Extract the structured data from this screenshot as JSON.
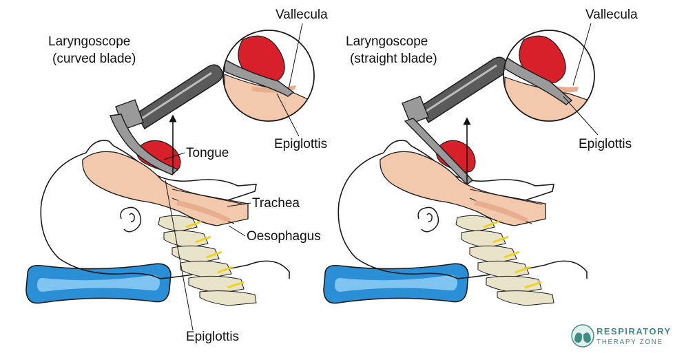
{
  "colors": {
    "outline": "#1a1a1a",
    "tongue": "#d7202a",
    "airway": "#f2c9ad",
    "airway_dark": "#e6ad8f",
    "vertebra": "#e8e3c9",
    "disc": "#f2d21b",
    "pillow": "#2b8fd6",
    "pillow_light": "#7fc4f0",
    "scope_handle": "#5a5a5a",
    "scope_light": "#9a9a9a",
    "brand": "#3f8c83"
  },
  "icons": {
    "pillow": "pillow-icon",
    "scope": "laryngoscope-icon",
    "lungs": "lungs-icon"
  },
  "left_panel": {
    "scope_label_line1": "Laryngoscope",
    "scope_label_line2": "(curved blade)",
    "vallecula_label": "Vallecula",
    "epiglottis_inset_label": "Epiglottis",
    "tongue_label": "Tongue",
    "trachea_label": "Trachea",
    "oesophagus_label": "Oesophagus",
    "epiglottis_bottom_label": "Epiglottis"
  },
  "right_panel": {
    "scope_label_line1": "Laryngoscope",
    "scope_label_line2": "(straight blade)",
    "vallecula_label": "Vallecula",
    "epiglottis_inset_label": "Epiglottis"
  },
  "logo": {
    "line1": "RESPIRATORY",
    "line2": "THERAPY ZONE"
  }
}
